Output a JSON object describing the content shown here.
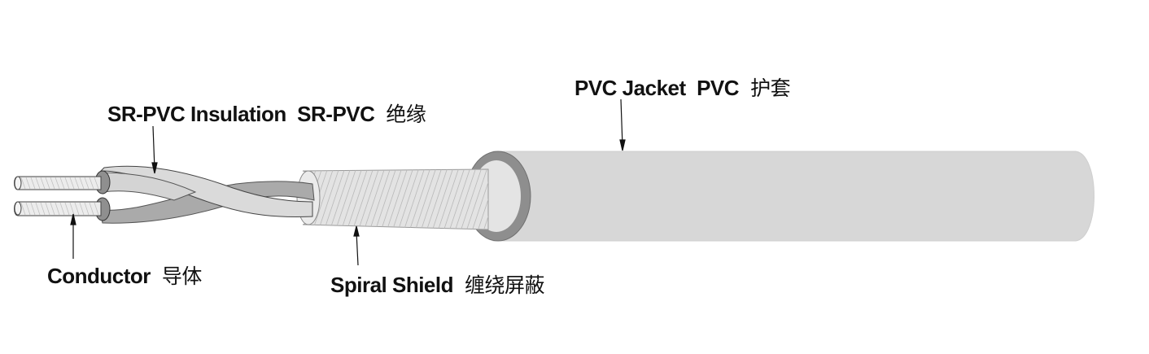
{
  "labels": {
    "jacket": {
      "en": "PVC Jacket  PVC",
      "cn": "护套"
    },
    "insulation": {
      "en": "SR-PVC Insulation  SR-PVC",
      "cn": "绝缘"
    },
    "conductor": {
      "en": "Conductor",
      "cn": "导体"
    },
    "shield": {
      "en": "Spiral Shield",
      "cn": "缠绕屏蔽"
    }
  },
  "colors": {
    "jacket": "#d7d7d7",
    "jacket_end_ring": "#8e8e8e",
    "shield": "#e2e2e2",
    "insulation_light": "#dcdcdc",
    "insulation_dark": "#a9a9a9",
    "conductor": "#ececec",
    "outline": "#2a2a2a"
  }
}
